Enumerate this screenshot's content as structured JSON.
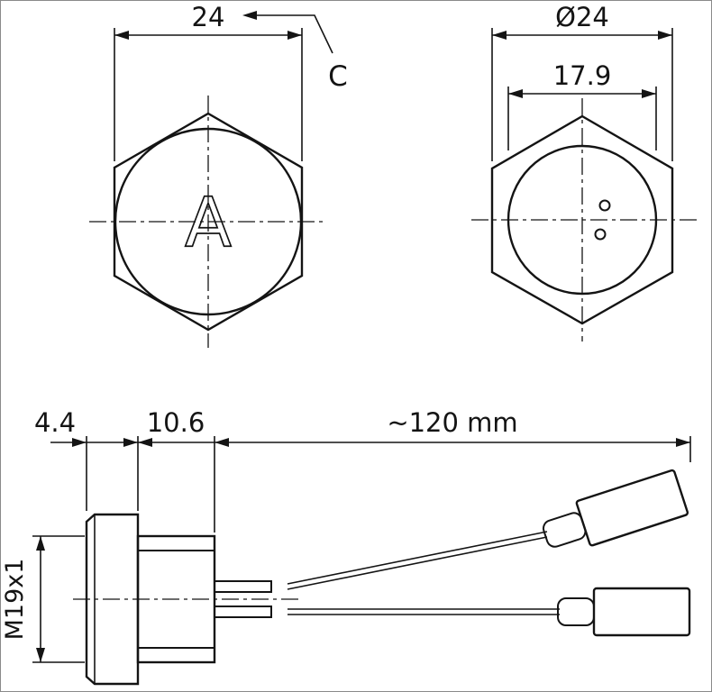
{
  "front_view": {
    "across_flats": "24",
    "note": "C",
    "actuator_letter": "A"
  },
  "rear_view": {
    "diameter": "Ø24",
    "inner_diameter": "17.9"
  },
  "side_view": {
    "bezel_thickness": "4.4",
    "body_length": "10.6",
    "lead_length": "~120 mm",
    "thread": "M19x1"
  },
  "colors": {
    "line": "#141414",
    "background": "#ffffff"
  }
}
